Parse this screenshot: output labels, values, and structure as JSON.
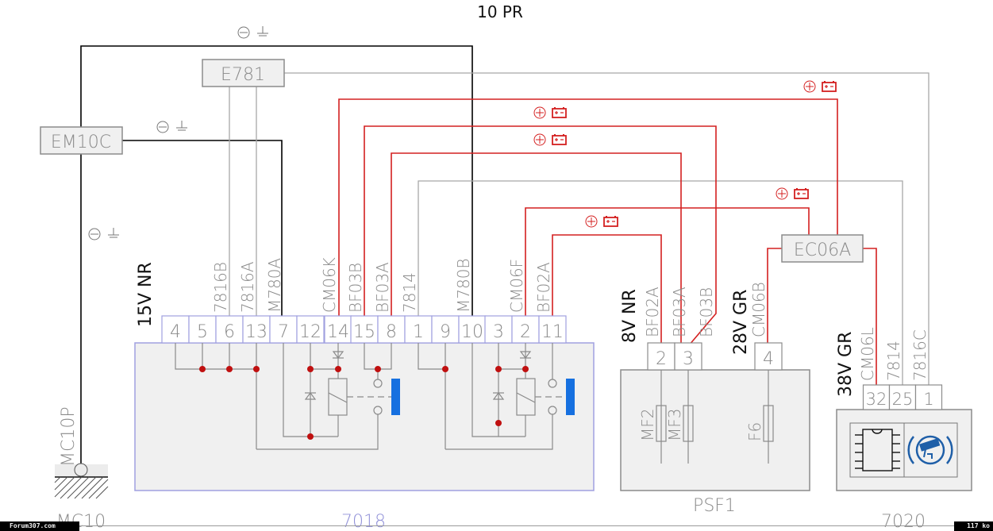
{
  "title": "10 PR",
  "colors": {
    "power": "#d42020",
    "ground": "#000000",
    "signal": "#a8a8a8",
    "box_fill": "#f0f0f0",
    "box_border": "#8c8c8c",
    "relay_border": "#a0a0e0",
    "junction": "#c01010",
    "armature": "#1670e0"
  },
  "ground_symbols": [
    {
      "id": "gnd-top",
      "label": "⊖ ⏚"
    },
    {
      "id": "gnd-em10c",
      "label": "⊖ ⏚"
    },
    {
      "id": "gnd-left",
      "label": "⊖ ⏚"
    }
  ],
  "battery_symbols": [
    {
      "id": "bat-1",
      "label": "⊕"
    },
    {
      "id": "bat-2",
      "label": "⊕"
    },
    {
      "id": "bat-3",
      "label": "⊕"
    },
    {
      "id": "bat-4",
      "label": "⊕"
    },
    {
      "id": "bat-5",
      "label": "⊕"
    }
  ],
  "nodes": {
    "e781": "E781",
    "em10c": "EM10C",
    "ec06a": "EC06A"
  },
  "connector_7018": {
    "name": "7018",
    "spec": "15V NR",
    "pins": [
      "4",
      "5",
      "6",
      "13",
      "7",
      "12",
      "14",
      "15",
      "8",
      "1",
      "9",
      "10",
      "3",
      "2",
      "11"
    ],
    "wires": [
      {
        "pin": "6",
        "label": "7816B",
        "type": "signal"
      },
      {
        "pin": "13",
        "label": "7816A",
        "type": "signal"
      },
      {
        "pin": "7",
        "label": "M780A",
        "type": "ground"
      },
      {
        "pin": "14",
        "label": "CM06K",
        "type": "power"
      },
      {
        "pin": "15",
        "label": "BF03B",
        "type": "power"
      },
      {
        "pin": "8",
        "label": "BF03A",
        "type": "power"
      },
      {
        "pin": "1",
        "label": "7814",
        "type": "signal"
      },
      {
        "pin": "10",
        "label": "M780B",
        "type": "ground"
      },
      {
        "pin": "2",
        "label": "CM06F",
        "type": "power"
      },
      {
        "pin": "11",
        "label": "BF02A",
        "type": "power"
      }
    ]
  },
  "connector_psf1_a": {
    "spec": "8V NR",
    "pins": [
      "2",
      "3"
    ],
    "wires": [
      {
        "pin": "2",
        "label": "BF02A"
      },
      {
        "pin": "3",
        "label": "BF03A"
      },
      {
        "pin": "3",
        "label": "BF03B"
      }
    ]
  },
  "connector_psf1_b": {
    "spec": "28V GR",
    "pins": [
      "4"
    ],
    "wires": [
      {
        "pin": "4",
        "label": "CM06B"
      }
    ]
  },
  "psf1": {
    "name": "PSF1",
    "fuses": [
      "MF2",
      "MF3",
      "F6"
    ]
  },
  "connector_7020": {
    "name": "7020",
    "spec": "38V GR",
    "pins": [
      "32",
      "25",
      "1"
    ],
    "wires": [
      {
        "pin": "32",
        "label": "CM06L"
      },
      {
        "pin": "25",
        "label": "7814"
      },
      {
        "pin": "1",
        "label": "7816C"
      }
    ]
  },
  "ground_point": {
    "name": "MC10",
    "wire": "MC10P"
  },
  "footer": {
    "left": "Forum307.com",
    "right": "117 ko"
  }
}
